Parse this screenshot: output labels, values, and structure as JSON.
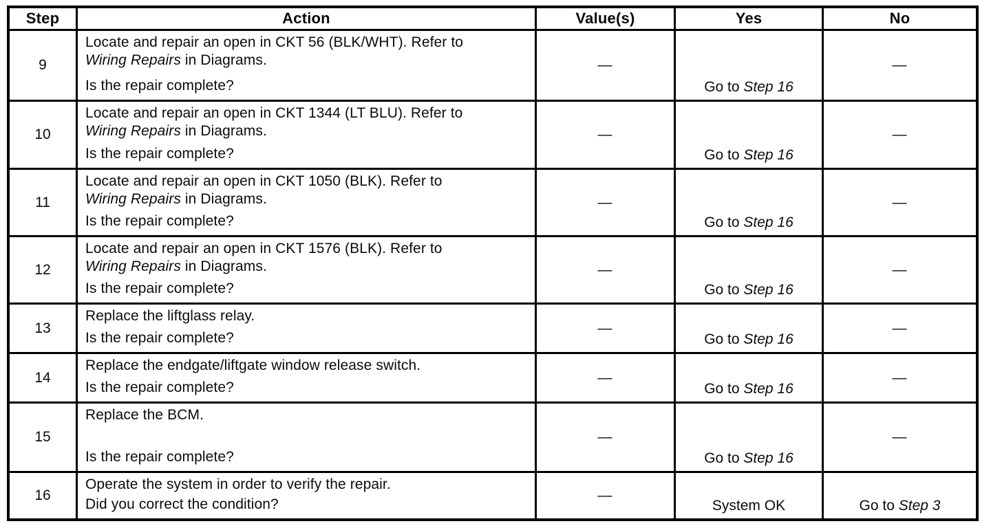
{
  "table": {
    "headers": {
      "step": "Step",
      "action": "Action",
      "values": "Value(s)",
      "yes": "Yes",
      "no": "No"
    },
    "rows": [
      {
        "step": "9",
        "line1": "Locate and repair an open in CKT 56 (BLK/WHT). Refer to",
        "line2_italic": "Wiring Repairs",
        "line2_rest": " in Diagrams.",
        "question": "Is the repair complete?",
        "value": "—",
        "yes_pre": "Go to ",
        "yes_italic": "Step 16",
        "no": "—"
      },
      {
        "step": "10",
        "line1": "Locate and repair an open in CKT 1344 (LT BLU). Refer to",
        "line2_italic": "Wiring Repairs",
        "line2_rest": " in Diagrams.",
        "question": "Is the repair complete?",
        "value": "—",
        "yes_pre": "Go to ",
        "yes_italic": "Step 16",
        "no": "—"
      },
      {
        "step": "11",
        "line1": "Locate and repair an open in CKT 1050 (BLK). Refer to",
        "line2_italic": "Wiring Repairs",
        "line2_rest": " in Diagrams.",
        "question": "Is the repair complete?",
        "value": "—",
        "yes_pre": "Go to ",
        "yes_italic": "Step 16",
        "no": "—"
      },
      {
        "step": "12",
        "line1": "Locate and repair an open in CKT 1576 (BLK). Refer to",
        "line2_italic": "Wiring Repairs",
        "line2_rest": " in Diagrams.",
        "question": "Is the repair complete?",
        "value": "—",
        "yes_pre": "Go to ",
        "yes_italic": "Step 16",
        "no": "—"
      },
      {
        "step": "13",
        "line1": "Replace the liftglass relay.",
        "line2_italic": "",
        "line2_rest": "",
        "question": "Is the repair complete?",
        "value": "—",
        "yes_pre": "Go to ",
        "yes_italic": "Step 16",
        "no": "—"
      },
      {
        "step": "14",
        "line1": "Replace the endgate/liftgate window release switch.",
        "line2_italic": "",
        "line2_rest": "",
        "question": "Is the repair complete?",
        "value": "—",
        "yes_pre": "Go to ",
        "yes_italic": "Step 16",
        "no": "—"
      },
      {
        "step": "15",
        "line1": "Replace the BCM.",
        "line2_italic": "",
        "line2_rest": "",
        "question": "Is the repair complete?",
        "value": "—",
        "yes_pre": "Go to ",
        "yes_italic": "Step 16",
        "no": "—"
      },
      {
        "step": "16",
        "line1": "Operate the system in order to verify the repair.",
        "line2_italic": "",
        "line2_rest": "",
        "question": "Did you correct the condition?",
        "value": "—",
        "yes_pre": "System OK",
        "yes_italic": "",
        "no_pre": "Go to ",
        "no_italic": "Step 3"
      }
    ]
  }
}
